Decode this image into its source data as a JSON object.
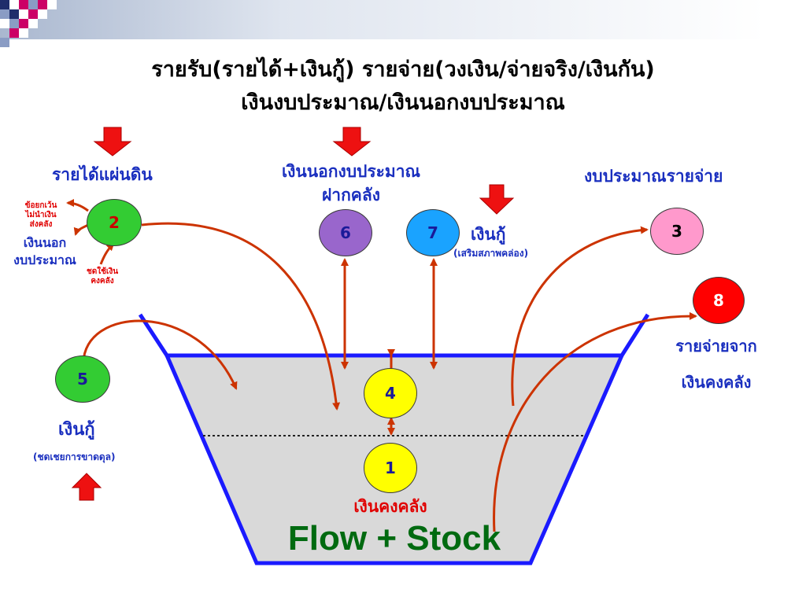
{
  "title": {
    "line1": "รายรับ(รายได้+เงินกู้) รายจ่าย(วงเงิน/จ่ายจริง/เงินกัน)",
    "line2": "เงินงบประมาณ/เงินนอกงบประมาณ"
  },
  "labels": {
    "national_revenue": "รายได้แผ่นดิน",
    "off_budget": "เงินนอกงบประมาณ",
    "treasury_deposit": "ฝากคลัง",
    "budget_expenditure": "งบประมาณรายจ่าย",
    "loan_top": "เงินกู้",
    "loan_top_note": "(เสริมสภาพคล่อง)",
    "exempt_note_1": "ข้อยกเว้น",
    "exempt_note_2": "ไม่นำเงิน",
    "exempt_note_3": "ส่งคลัง",
    "off_budget_left_1": "เงินนอก",
    "off_budget_left_2": "งบประมาณ",
    "reimburse_1": "ชดใช้เงิน",
    "reimburse_2": "คงคลัง",
    "loan_left": "เงินกู้",
    "loan_left_note": "(ชดเชยการขาดดุล)",
    "expenditure_from_1": "รายจ่ายจาก",
    "expenditure_from_2": "เงินคงคลัง",
    "treasury_balance": "เงินคงคลัง",
    "flow_stock": "Flow + Stock"
  },
  "nodes": [
    {
      "id": "1",
      "color": "#ffff00"
    },
    {
      "id": "2",
      "color": "#33cc33"
    },
    {
      "id": "3",
      "color": "#ff99cc"
    },
    {
      "id": "4",
      "color": "#ffff00"
    },
    {
      "id": "5",
      "color": "#33cc33"
    },
    {
      "id": "6",
      "color": "#9966cc"
    },
    {
      "id": "7",
      "color": "#1aa3ff"
    },
    {
      "id": "8",
      "color": "#ff0000"
    }
  ],
  "colors": {
    "bucket_outline": "#1a1aff",
    "bucket_fill": "#d9d9d9",
    "flow_arrow": "#cc3300",
    "block_arrow": "#ee1111",
    "label_blue": "#1a2fbf",
    "label_red": "#e00000",
    "flow_stock_text": "#006a10"
  }
}
